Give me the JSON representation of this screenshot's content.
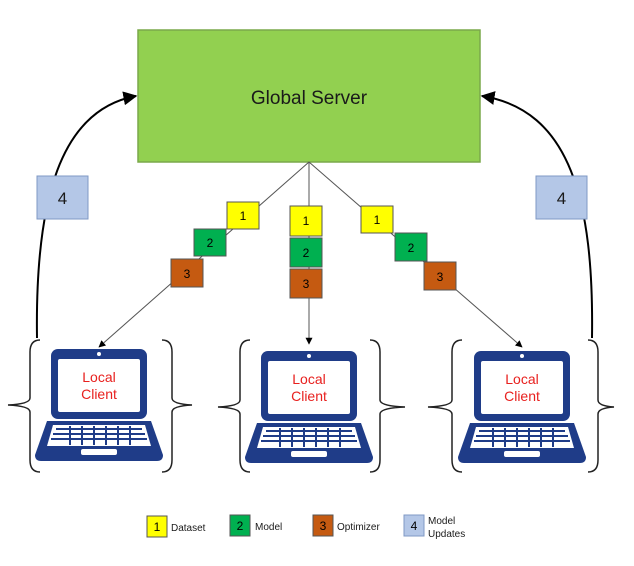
{
  "server": {
    "label": "Global Server",
    "fill": "#92d050",
    "stroke": "#7aa84a"
  },
  "client": {
    "line1": "Local",
    "line2": "Client",
    "label_color": "#ff0000",
    "laptop_color": "#1f3c88"
  },
  "step_boxes": {
    "dataset": {
      "num": "1",
      "fill": "#ffff00"
    },
    "model": {
      "num": "2",
      "fill": "#00b050"
    },
    "optimizer": {
      "num": "3",
      "fill": "#c55a11"
    },
    "updates": {
      "num": "4",
      "fill": "#b4c7e7"
    }
  },
  "legend": [
    {
      "num": "1",
      "line1": "Dataset",
      "line2": ""
    },
    {
      "num": "2",
      "line1": "Model",
      "line2": ""
    },
    {
      "num": "3",
      "line1": "Optimizer",
      "line2": ""
    },
    {
      "num": "4",
      "line1": "Model",
      "line2": "Updates"
    }
  ]
}
